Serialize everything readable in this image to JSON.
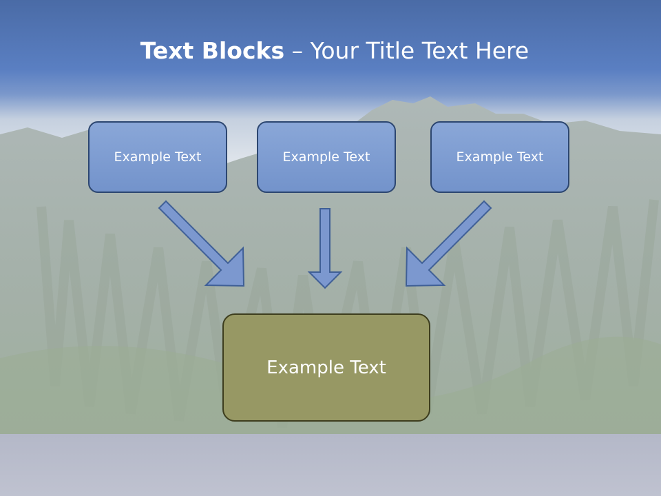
{
  "slide": {
    "title_bold": "Text Blocks",
    "title_sep": " – ",
    "title_rest": "Your Title Text Here"
  },
  "diagram": {
    "boxes": [
      {
        "id": "left",
        "label": "Example Text"
      },
      {
        "id": "middle",
        "label": "Example Text"
      },
      {
        "id": "right",
        "label": "Example Text"
      },
      {
        "id": "main",
        "label": "Example Text"
      }
    ],
    "arrows": [
      {
        "from": "left",
        "to": "main"
      },
      {
        "from": "middle",
        "to": "main"
      },
      {
        "from": "right",
        "to": "main"
      }
    ]
  },
  "colors": {
    "top_box_fill": "#7f9dd2",
    "top_box_border": "#2c4670",
    "main_box_fill": "#979864",
    "main_box_border": "#3d3d1e",
    "arrow_fill": "#7c98cf",
    "arrow_stroke": "#3f5f96",
    "header_band": "#4f73b1"
  }
}
